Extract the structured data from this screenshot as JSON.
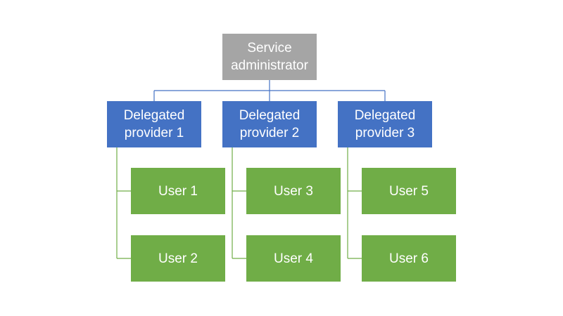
{
  "diagram": {
    "root": {
      "label": "Service\nadministrator"
    },
    "providers": [
      {
        "label": "Delegated\nprovider 1",
        "users": [
          {
            "label": "User 1"
          },
          {
            "label": "User 2"
          }
        ]
      },
      {
        "label": "Delegated\nprovider  2",
        "users": [
          {
            "label": "User 3"
          },
          {
            "label": "User 4"
          }
        ]
      },
      {
        "label": "Delegated\nprovider  3",
        "users": [
          {
            "label": "User 5"
          },
          {
            "label": "User 6"
          }
        ]
      }
    ],
    "colors": {
      "root": "#a5a5a5",
      "provider": "#4472c4",
      "user": "#70ad47",
      "root_connector": "#4472c4",
      "user_connector": "#70ad47"
    }
  }
}
